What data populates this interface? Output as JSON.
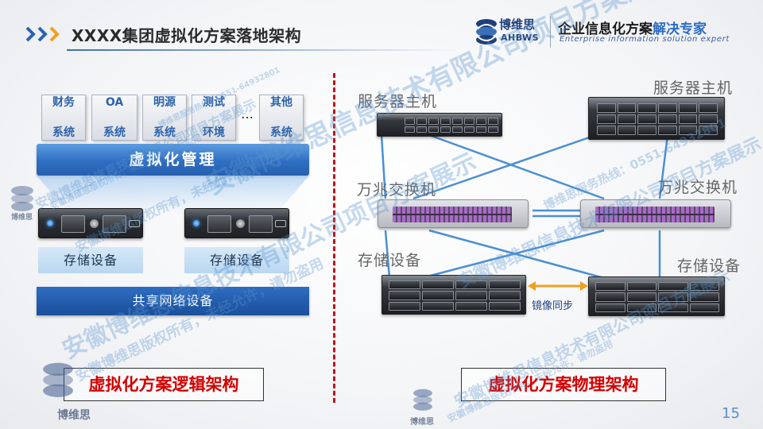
{
  "header": {
    "title": "XXXX集团虚拟化方案落地架构",
    "logo_name_cn": "博维思",
    "logo_name_en": "AHBWS",
    "slogan_cn_part1": "企业信息化方案",
    "slogan_cn_part2": "解决专家",
    "slogan_en": "Enterprise information solution expert"
  },
  "logical": {
    "systems": [
      {
        "line1": "财务",
        "line2": "系统"
      },
      {
        "line1": "OA",
        "line2": "系统"
      },
      {
        "line1": "明源",
        "line2": "系统"
      },
      {
        "line1": "测试",
        "line2": "环境"
      },
      {
        "line1": "其他",
        "line2": "系统"
      }
    ],
    "ellipsis": "…",
    "management": "虚拟化管理",
    "storage_left": "存储设备",
    "storage_right": "存储设备",
    "shared_network": "共享网络设备",
    "caption": "虚拟化方案逻辑架构"
  },
  "physical": {
    "server_left": "服务器主机",
    "server_right": "服务器主机",
    "switch_left": "万兆交换机",
    "switch_right": "万兆交换机",
    "storage_left": "存储设备",
    "storage_right": "存储设备",
    "mirror": "镜像同步",
    "caption": "虚拟化方案物理架构",
    "link_color": "#4a8fd4",
    "mirror_arrow_color": "#f0a020"
  },
  "watermark": {
    "main": "安徽博维思信息技术有限公司项目方案展示",
    "sub": "安徽博维思版权所有，未经允许，请勿盗用",
    "hotline": "博维思服务热线：0551-64932801",
    "stamp": "博维思"
  },
  "page_number": "15",
  "colors": {
    "accent_blue": "#2f6fc2",
    "caption_red": "#d40000",
    "divider_red": "#c0141b"
  }
}
